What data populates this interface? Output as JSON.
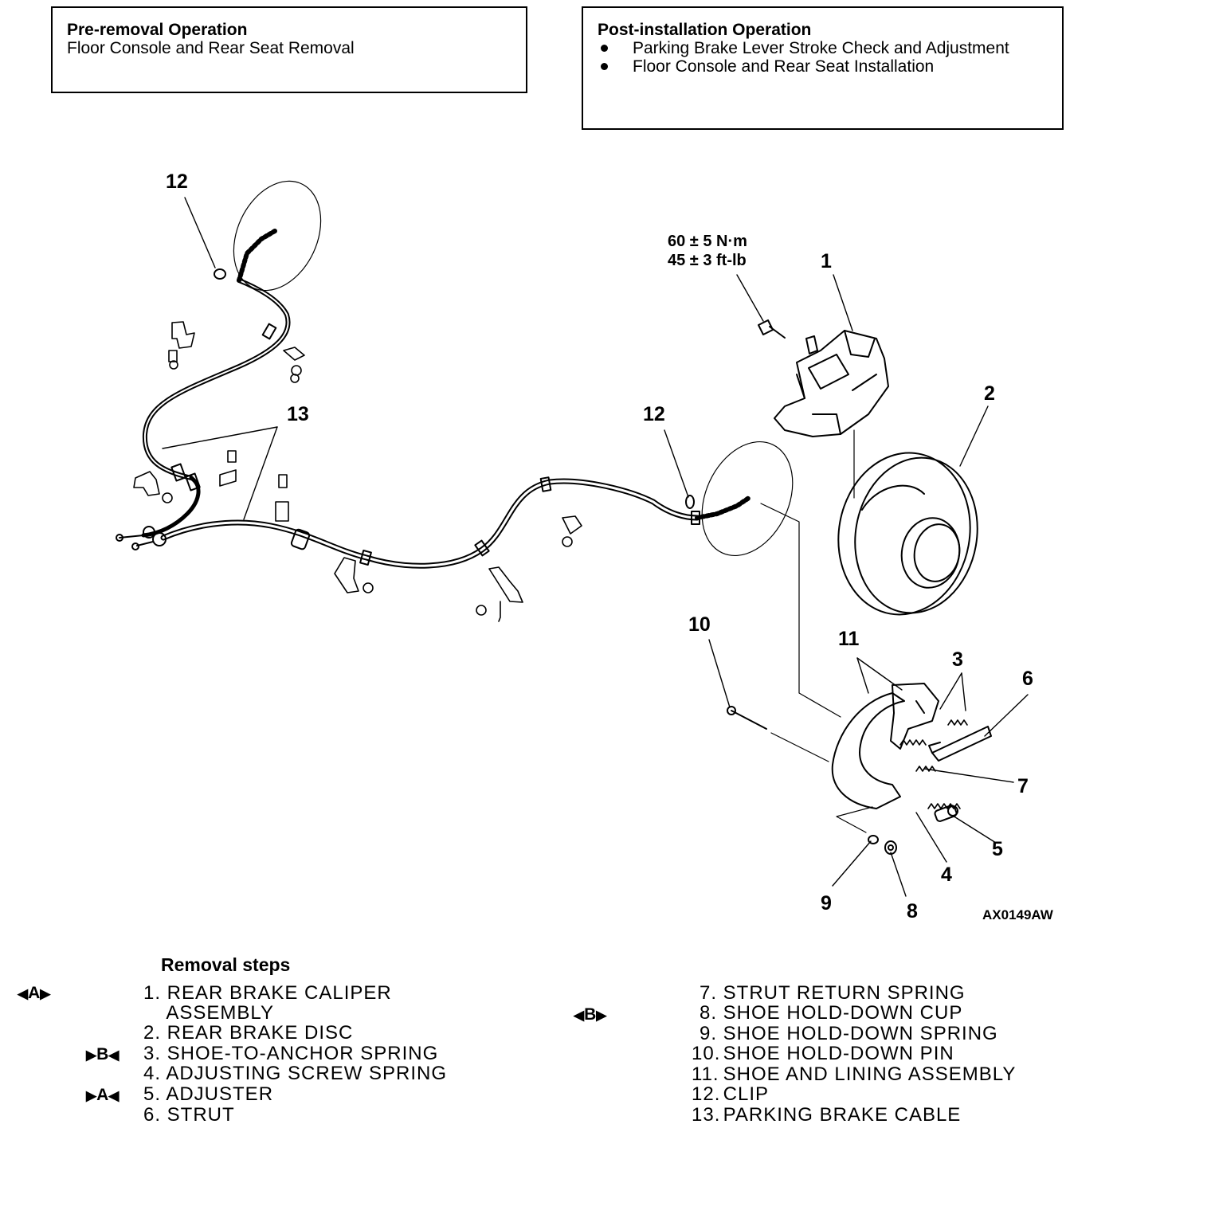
{
  "pre_removal": {
    "title": "Pre-removal Operation",
    "items": [
      "Floor Console and Rear Seat Removal"
    ]
  },
  "post_installation": {
    "title": "Post-installation Operation",
    "items": [
      "Parking Brake Lever Stroke Check and Adjustment",
      "Floor Console and Rear Seat Installation"
    ]
  },
  "diagram": {
    "callouts": [
      "1",
      "2",
      "3",
      "4",
      "5",
      "6",
      "7",
      "8",
      "9",
      "10",
      "11",
      "12",
      "12",
      "13"
    ],
    "torque": [
      "60 ± 5 N·m",
      "45 ± 3 ft-lb"
    ],
    "figure_code": "AX0149AW"
  },
  "removal_steps": {
    "heading": "Removal steps",
    "left_column": [
      {
        "num": "1.",
        "label": "REAR BRAKE CALIPER"
      },
      {
        "num": "",
        "label": "ASSEMBLY"
      },
      {
        "num": "2.",
        "label": "REAR BRAKE DISC"
      },
      {
        "num": "3.",
        "label": "SHOE-TO-ANCHOR SPRING"
      },
      {
        "num": "4.",
        "label": "ADJUSTING SCREW SPRING"
      },
      {
        "num": "5.",
        "label": "ADJUSTER"
      },
      {
        "num": "6.",
        "label": "STRUT"
      }
    ],
    "right_column": [
      {
        "num": "7.",
        "label": "STRUT RETURN SPRING"
      },
      {
        "num": "8.",
        "label": "SHOE HOLD-DOWN CUP"
      },
      {
        "num": "9.",
        "label": "SHOE HOLD-DOWN SPRING"
      },
      {
        "num": "10.",
        "label": "SHOE HOLD-DOWN PIN"
      },
      {
        "num": "11.",
        "label": "SHOE AND LINING ASSEMBLY"
      },
      {
        "num": "12.",
        "label": "CLIP"
      },
      {
        "num": "13.",
        "label": "PARKING BRAKE CABLE"
      }
    ],
    "markers": {
      "removal_a": "A",
      "removal_b": "B",
      "install_b": "B",
      "install_a": "A"
    }
  }
}
